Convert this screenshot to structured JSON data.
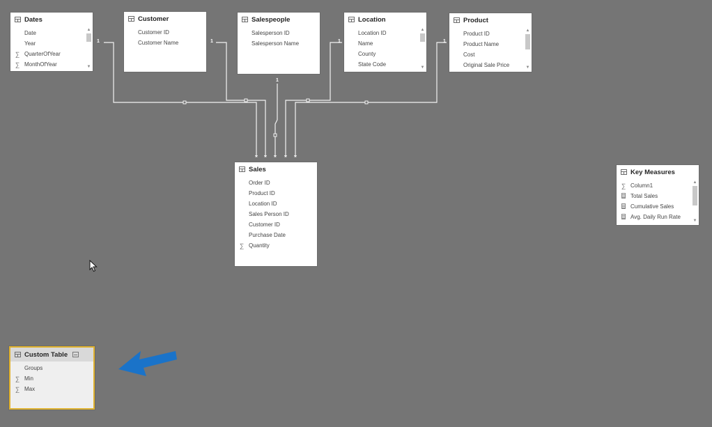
{
  "colors": {
    "canvas": "#757575",
    "card": "#ffffff",
    "line": "#f2f2f2",
    "selected_border": "#e0b22e",
    "arrow": "#1a73c9"
  },
  "tables": {
    "dates": {
      "title": "Dates",
      "fields": [
        {
          "label": "Date",
          "icon": ""
        },
        {
          "label": "Year",
          "icon": ""
        },
        {
          "label": "QuarterOfYear",
          "icon": "sigma-icon"
        },
        {
          "label": "MonthOfYear",
          "icon": "sigma-icon"
        }
      ]
    },
    "customer": {
      "title": "Customer",
      "fields": [
        {
          "label": "Customer ID",
          "icon": ""
        },
        {
          "label": "Customer Name",
          "icon": ""
        }
      ]
    },
    "salespeople": {
      "title": "Salespeople",
      "fields": [
        {
          "label": "Salesperson ID",
          "icon": ""
        },
        {
          "label": "Salesperson Name",
          "icon": ""
        }
      ]
    },
    "location": {
      "title": "Location",
      "fields": [
        {
          "label": "Location ID",
          "icon": ""
        },
        {
          "label": "Name",
          "icon": ""
        },
        {
          "label": "County",
          "icon": ""
        },
        {
          "label": "State Code",
          "icon": ""
        }
      ]
    },
    "product": {
      "title": "Product",
      "fields": [
        {
          "label": "Product ID",
          "icon": ""
        },
        {
          "label": "Product Name",
          "icon": ""
        },
        {
          "label": "Cost",
          "icon": ""
        },
        {
          "label": "Original Sale Price",
          "icon": ""
        }
      ]
    },
    "sales": {
      "title": "Sales",
      "fields": [
        {
          "label": "Order ID",
          "icon": ""
        },
        {
          "label": "Product ID",
          "icon": ""
        },
        {
          "label": "Location ID",
          "icon": ""
        },
        {
          "label": "Sales Person ID",
          "icon": ""
        },
        {
          "label": "Customer ID",
          "icon": ""
        },
        {
          "label": "Purchase Date",
          "icon": ""
        },
        {
          "label": "Quantity",
          "icon": "sigma-icon"
        }
      ]
    },
    "key_measures": {
      "title": "Key Measures",
      "fields": [
        {
          "label": "Column1",
          "icon": "sigma-icon"
        },
        {
          "label": "Total Sales",
          "icon": "calculator-icon"
        },
        {
          "label": "Cumulative Sales",
          "icon": "calculator-icon"
        },
        {
          "label": "Avg. Daily Run Rate",
          "icon": "calculator-icon"
        }
      ]
    },
    "custom_table": {
      "title": "Custom Table",
      "fields": [
        {
          "label": "Groups",
          "icon": ""
        },
        {
          "label": "Min",
          "icon": "sigma-icon"
        },
        {
          "label": "Max",
          "icon": "sigma-icon"
        }
      ]
    }
  },
  "cardinality": {
    "one": "1",
    "many": "*"
  }
}
